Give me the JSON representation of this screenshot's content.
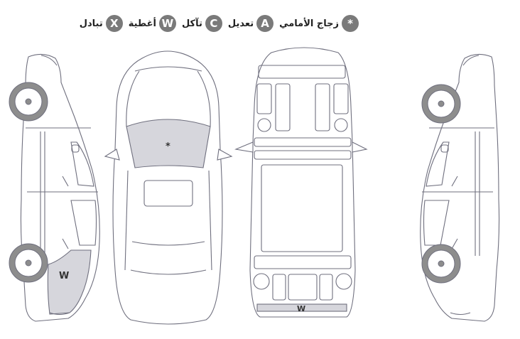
{
  "legend": [
    {
      "code": "*",
      "label": "زجاج الأمامي"
    },
    {
      "code": "A",
      "label": "تعديل"
    },
    {
      "code": "C",
      "label": "تآكل"
    },
    {
      "code": "W",
      "label": "أغطية"
    },
    {
      "code": "X",
      "label": "تبادل"
    }
  ],
  "marks": {
    "windshield": "*",
    "left_rear_quarter": "W",
    "rear_bumper": "W"
  },
  "colors": {
    "outline": "#6f6f7e",
    "damaged_fill": "#d6d6dc",
    "badge": "#7a7a7a",
    "tyre": "#8d8d8d"
  }
}
